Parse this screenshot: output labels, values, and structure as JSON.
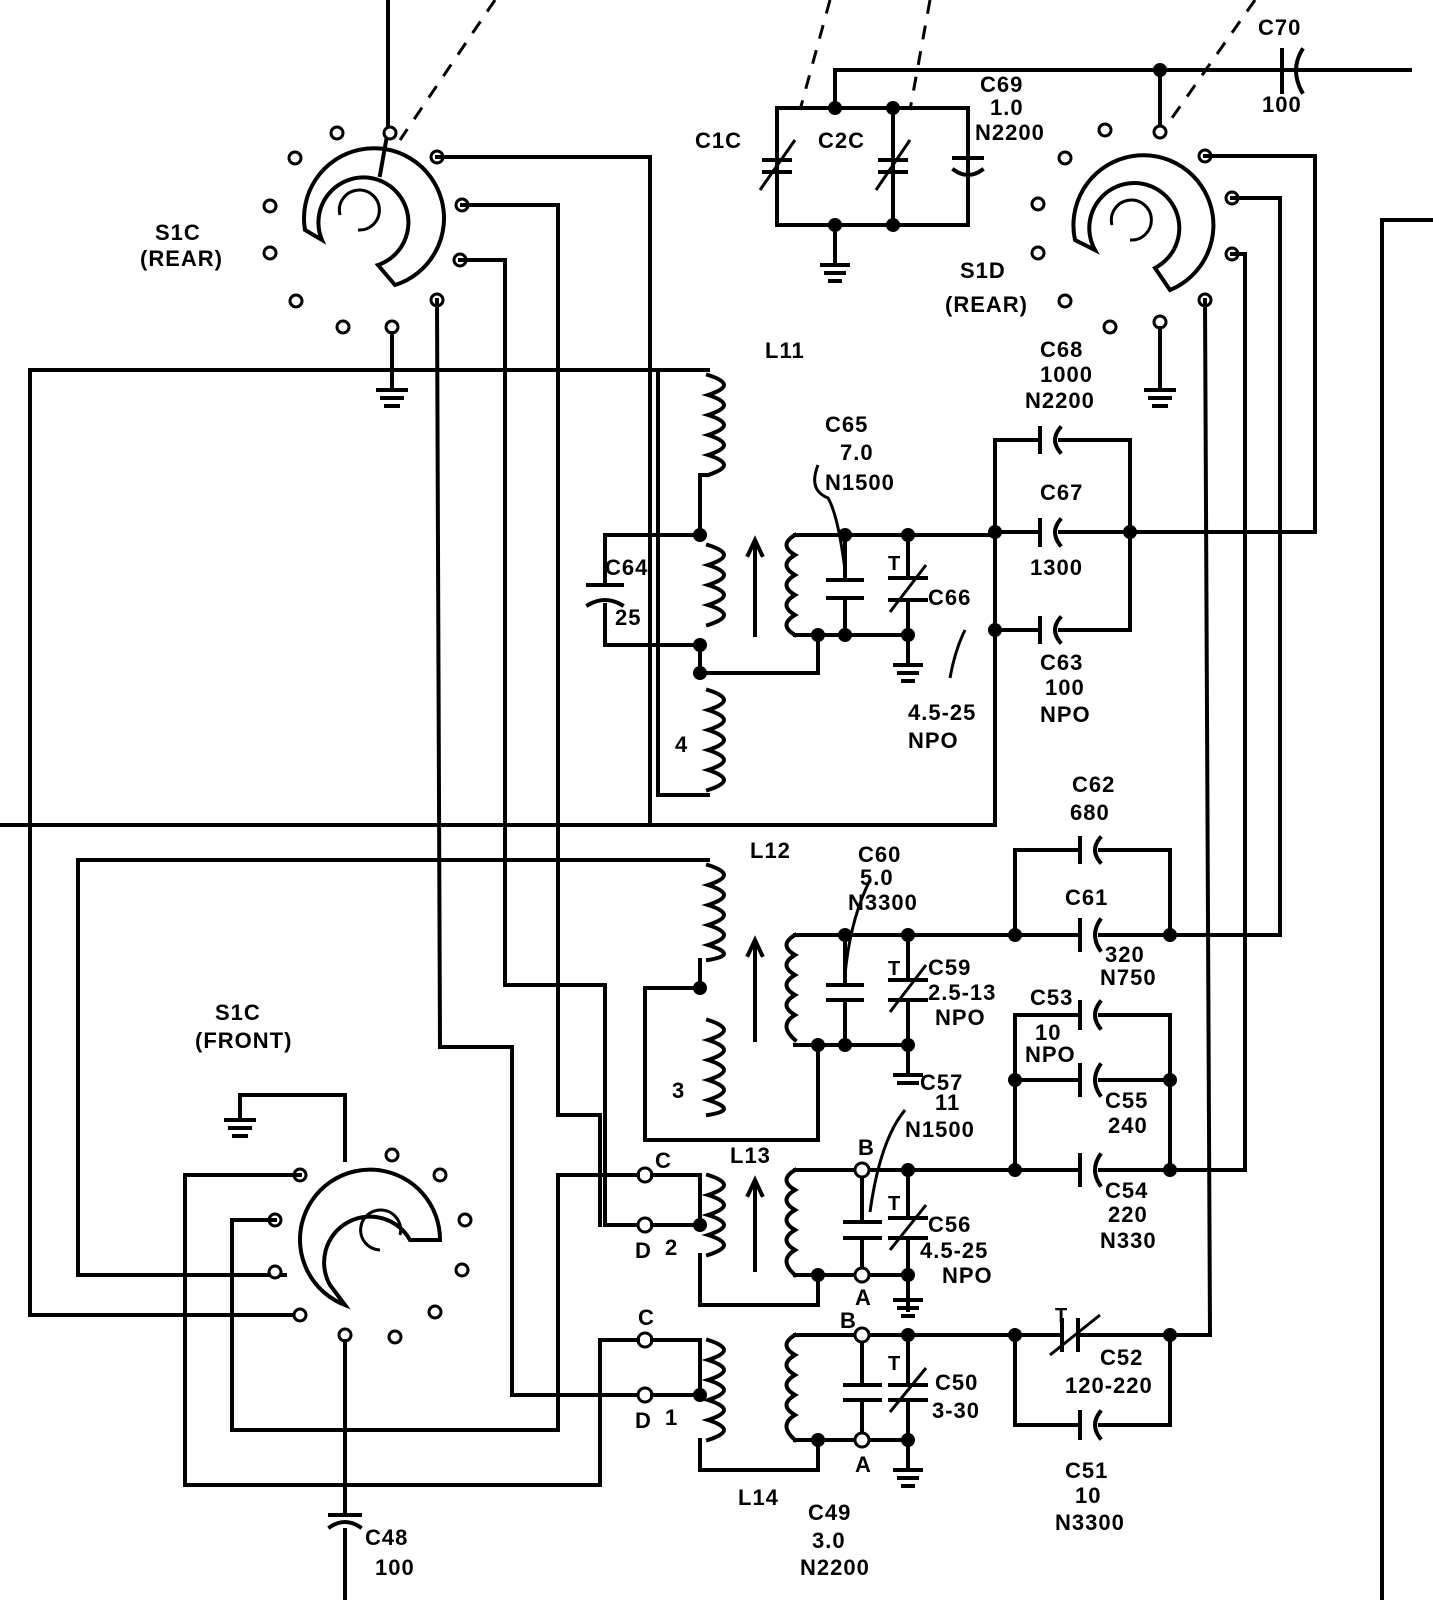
{
  "switches": {
    "s1c_rear": {
      "name": "S1C",
      "position": "(REAR)"
    },
    "s1d_rear": {
      "name": "S1D",
      "position": "(REAR)"
    },
    "s1c_front": {
      "name": "S1C",
      "position": "(FRONT)"
    }
  },
  "tuning_caps": {
    "c1c": "C1C",
    "c2c": "C2C"
  },
  "coils": {
    "l11": {
      "name": "L11",
      "tap": "4"
    },
    "l12": {
      "name": "L12",
      "tap": "3"
    },
    "l13": {
      "name": "L13",
      "tap": "2"
    },
    "l14": {
      "name": "L14",
      "tap": "1"
    }
  },
  "terminals": {
    "c": "C",
    "d": "D",
    "a": "A",
    "b": "B",
    "trimmer": "T"
  },
  "capacitors": {
    "c70": {
      "name": "C70",
      "value": "100"
    },
    "c69": {
      "name": "C69",
      "value": "1.0",
      "coef": "N2200"
    },
    "c68": {
      "name": "C68",
      "value": "1000",
      "coef": "N2200"
    },
    "c67": {
      "name": "C67",
      "value": "1300"
    },
    "c65": {
      "name": "C65",
      "value": "7.0",
      "coef": "N1500"
    },
    "c64": {
      "name": "C64",
      "value": "25"
    },
    "c66": {
      "name": "C66",
      "value": "4.5-25",
      "coef": "NPO"
    },
    "c63": {
      "name": "C63",
      "value": "100",
      "coef": "NPO"
    },
    "c62": {
      "name": "C62",
      "value": "680"
    },
    "c61": {
      "name": "C61",
      "value": "320",
      "coef": "N750"
    },
    "c60": {
      "name": "C60",
      "value": "5.0",
      "coef": "N3300"
    },
    "c59": {
      "name": "C59",
      "value": "2.5-13",
      "coef": "NPO"
    },
    "c57": {
      "name": "C57",
      "value": "11",
      "coef": "N1500"
    },
    "c53": {
      "name": "C53",
      "value": "10",
      "coef": "NPO"
    },
    "c55": {
      "name": "C55",
      "value": "240"
    },
    "c54": {
      "name": "C54",
      "value": "220",
      "coef": "N330"
    },
    "c56": {
      "name": "C56",
      "value": "4.5-25",
      "coef": "NPO"
    },
    "c50": {
      "name": "C50",
      "value": "3-30"
    },
    "c52": {
      "name": "C52",
      "value": "120-220"
    },
    "c51": {
      "name": "C51",
      "value": "10",
      "coef": "N3300"
    },
    "c49": {
      "name": "C49",
      "value": "3.0",
      "coef": "N2200"
    },
    "c48": {
      "name": "C48",
      "value": "100"
    }
  },
  "colors": {
    "ink": "#000000",
    "paper": "#ffffff"
  }
}
